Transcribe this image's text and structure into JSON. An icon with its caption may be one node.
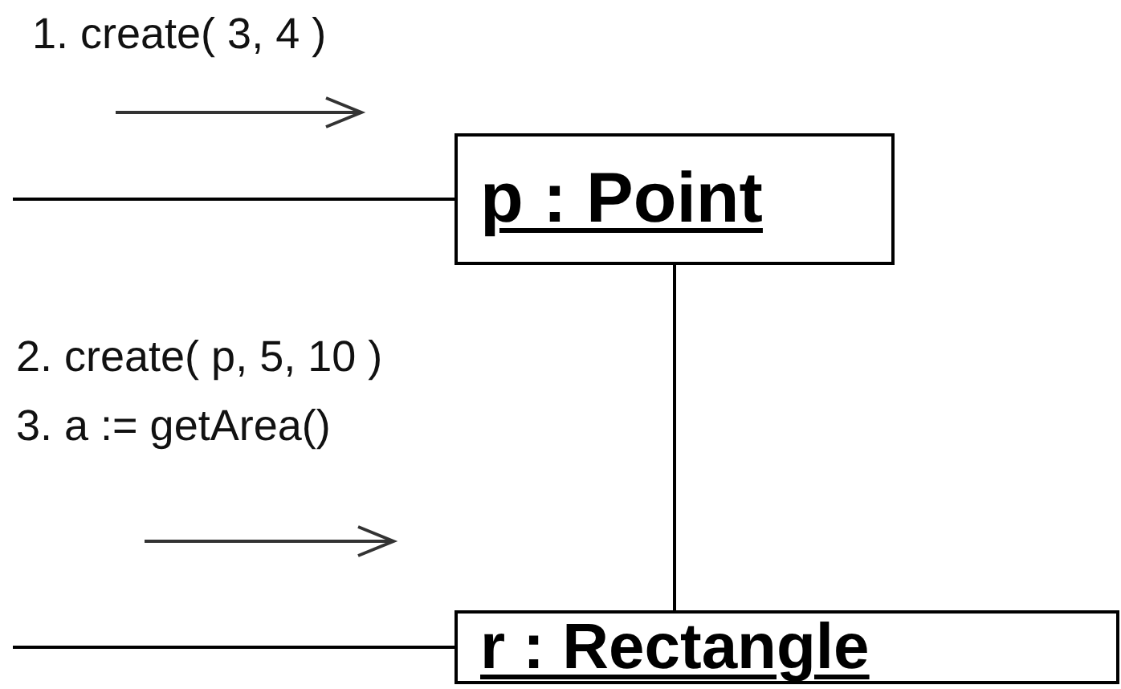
{
  "diagram": {
    "nodes": [
      {
        "text": [
          "p : Point"
        ]
      },
      {
        "text": [
          "r : Rectangle"
        ]
      }
    ],
    "edges": [
      {
        "from": null,
        "to": 0,
        "arrow": "none"
      },
      {
        "from": 0,
        "to": 1,
        "arrow": "none"
      },
      {
        "from": null,
        "to": 1,
        "arrow": "none"
      }
    ],
    "labels": [
      "1. create( 3, 4 )",
      "2. create( p, 5, 10 )",
      "3. a := getArea()"
    ]
  }
}
